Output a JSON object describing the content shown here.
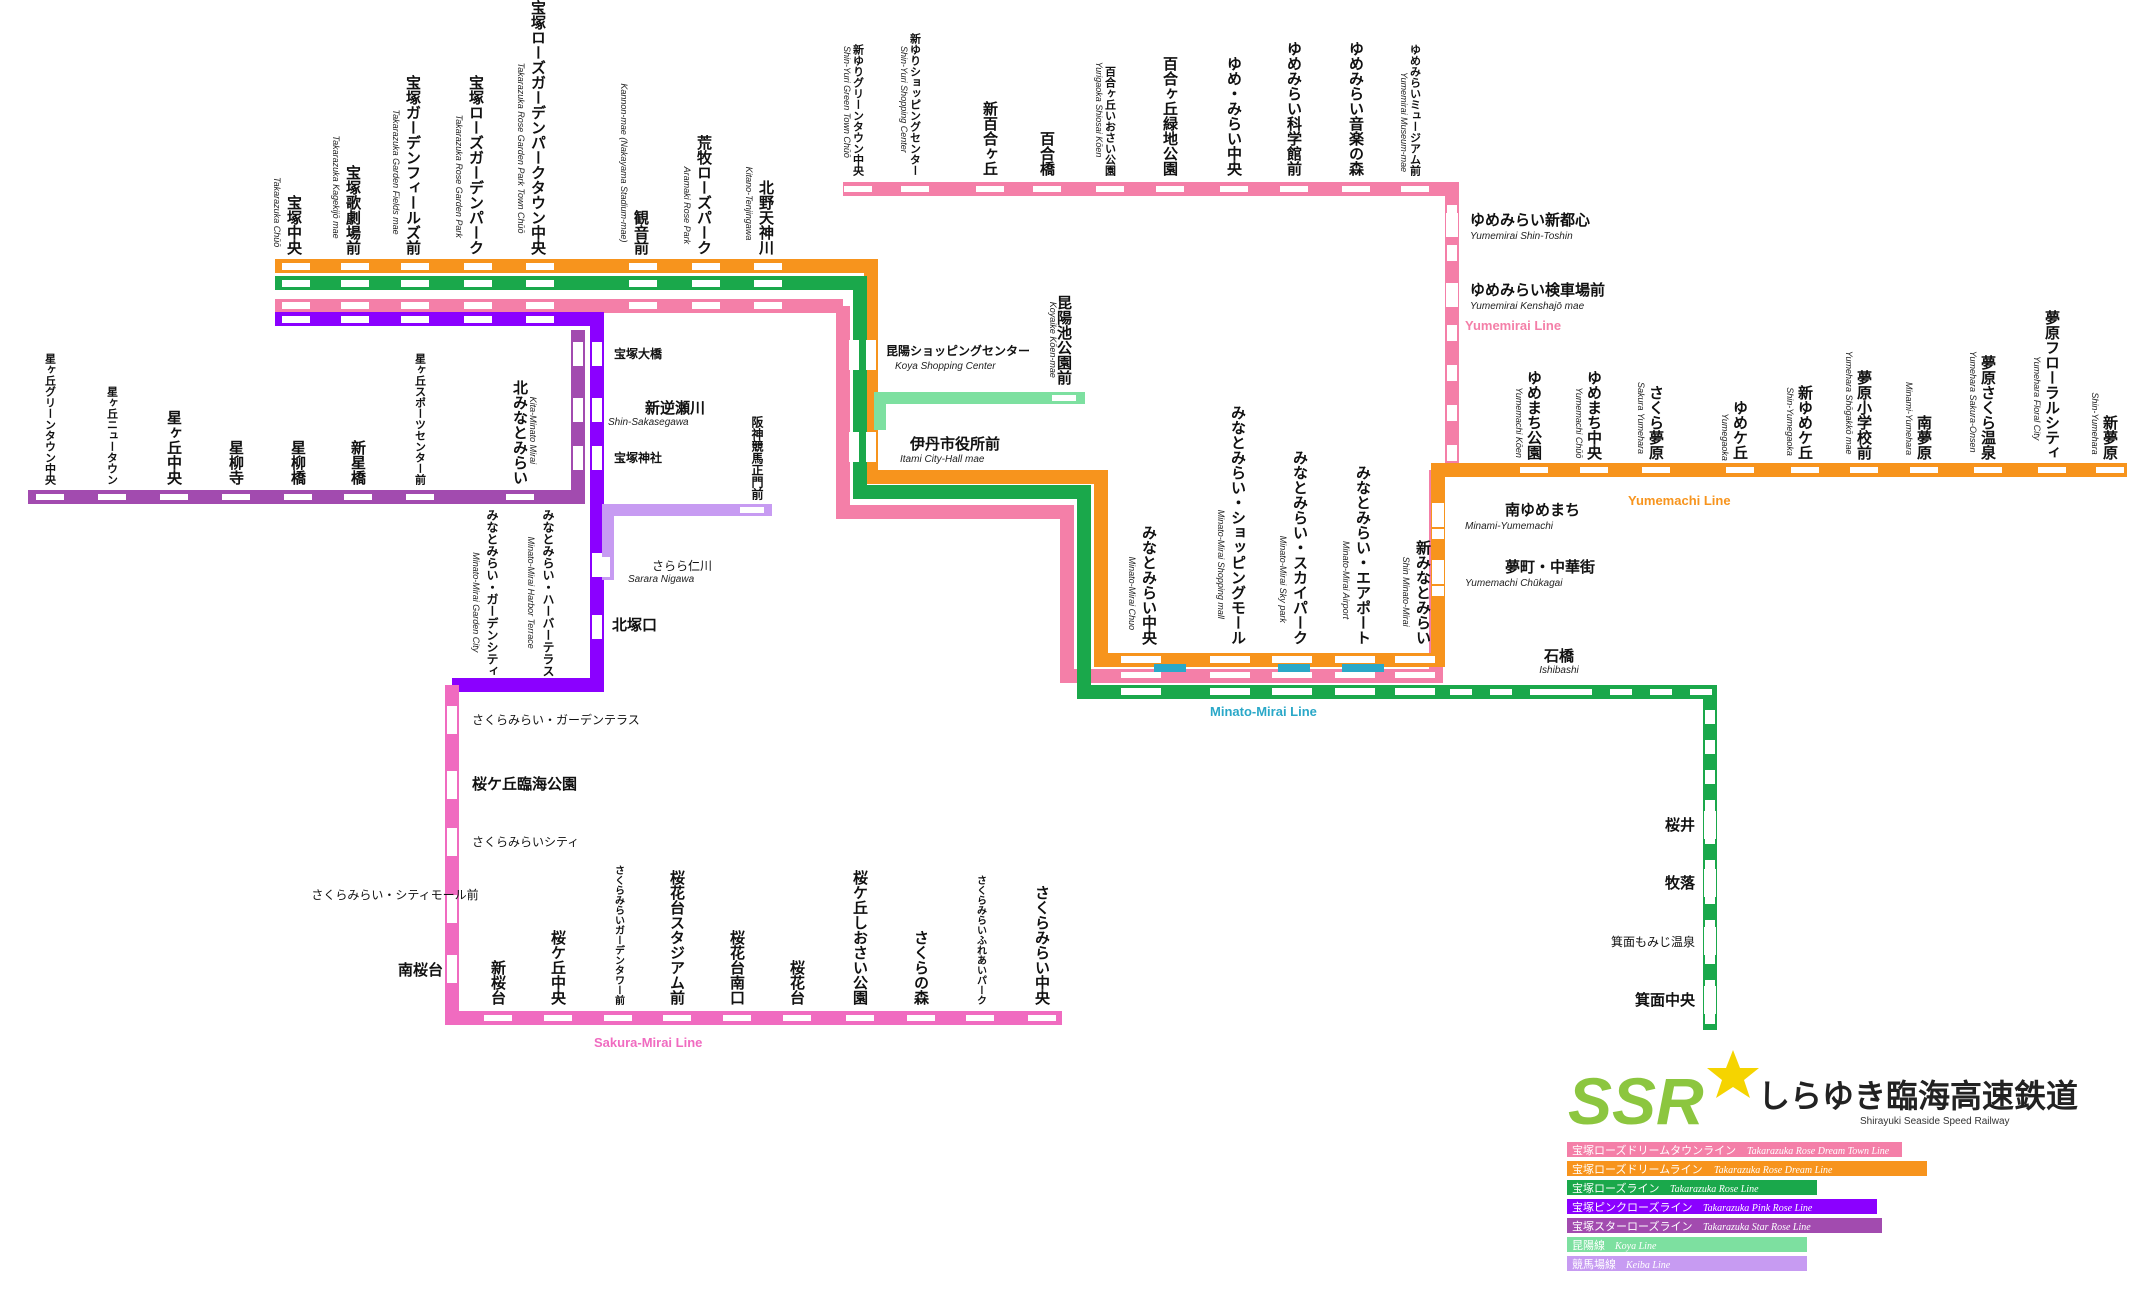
{
  "company": {
    "logo_text": "SSR",
    "name": "しらゆき臨海高速鉄道",
    "name_en": "Shirayuki Seaside Speed Railway"
  },
  "colors": {
    "pink": "#F47FA8",
    "orange": "#F7941D",
    "green": "#1AA84B",
    "purple": "#8B00FF",
    "star_purple": "#A24BAF",
    "light_green": "#7DE0A0",
    "lavender": "#C79BF2",
    "sakura_pink": "#F06BC0",
    "yumemachi_orange": "#F7941D",
    "teal": "#2AA8C8",
    "logo_green": "#8CC63F",
    "star_yellow": "#F5D400"
  },
  "line_labels": {
    "yumemirai": "Yumemirai Line",
    "yumemachi": "Yumemachi Line",
    "minato": "Minato-Mirai Line",
    "sakura": "Sakura-Mirai Line"
  },
  "legend": [
    {
      "ja": "宝塚ローズドリームタウンライン",
      "en": "Takarazuka Rose Dream Town Line",
      "color": "#F47FA8"
    },
    {
      "ja": "宝塚ローズドリームライン",
      "en": "Takarazuka Rose Dream Line",
      "color": "#F7941D"
    },
    {
      "ja": "宝塚ローズライン",
      "en": "Takarazuka Rose Line",
      "color": "#1AA84B"
    },
    {
      "ja": "宝塚ピンクローズライン",
      "en": "Takarazuka Pink Rose Line",
      "color": "#8B00FF"
    },
    {
      "ja": "宝塚スターローズライン",
      "en": "Takarazuka Star Rose Line",
      "color": "#A24BAF"
    },
    {
      "ja": "昆陽線",
      "en": "Koya Line",
      "color": "#7DE0A0"
    },
    {
      "ja": "競馬場線",
      "en": "Keiba Line",
      "color": "#C79BF2"
    }
  ],
  "stations": {
    "takarazuka_main": [
      {
        "ja": "宝塚中央",
        "en": "Takarazuka Chūō"
      },
      {
        "ja": "宝塚歌劇場前",
        "en": "Takarazuka Kagekijō mae"
      },
      {
        "ja": "宝塚ガーデンフィールズ前",
        "en": "Takarazuka Garden Fields mae"
      },
      {
        "ja": "宝塚ローズガーデンパーク",
        "en": "Takarazuka Rose Garden Park"
      },
      {
        "ja": "宝塚ローズガーデンパークタウン中央",
        "en": "Takarazuka Rose Garden Park Town Chūō"
      },
      {
        "ja": "観音前",
        "en": "Kannon-mae (Nakayama Stadium-mae)"
      },
      {
        "ja": "荒牧ローズパーク",
        "en": "Aramaki Rose Park"
      },
      {
        "ja": "北野天神川",
        "en": "Kitano-Tenjingawa"
      }
    ],
    "shinyuri": [
      {
        "ja": "新ゆりグリーンタウン中央",
        "en": "Shin-Yuri Green Town Chūō"
      },
      {
        "ja": "新ゆりショッピングセンター",
        "en": "Shin-Yuri Shopping Center"
      },
      {
        "ja": "新百合ヶ丘",
        "en": ""
      },
      {
        "ja": "百合橋",
        "en": ""
      },
      {
        "ja": "百合ヶ丘いおさい公園",
        "en": "Yurigaoka Shiosai Kōen"
      },
      {
        "ja": "百合ヶ丘緑地公園",
        "en": ""
      },
      {
        "ja": "ゆめ・みらい中央",
        "en": ""
      },
      {
        "ja": "ゆめみらい科学館前",
        "en": ""
      },
      {
        "ja": "ゆめみらい音楽の森",
        "en": ""
      },
      {
        "ja": "ゆめみらいミュージアム前",
        "en": "Yumemirai Museum-mae"
      }
    ],
    "yumemirai_east": [
      {
        "ja": "ゆめみらい新都心",
        "en": "Yumemirai Shin-Toshin"
      },
      {
        "ja": "ゆめみらい検車場前",
        "en": "Yumemirai Kenshajō mae"
      }
    ],
    "yumemachi": [
      {
        "ja": "ゆめまち公園",
        "en": "Yumemachi Kōen"
      },
      {
        "ja": "ゆめまち中央",
        "en": "Yumemachi Chūō"
      },
      {
        "ja": "さくら夢原",
        "en": "Sakura Yumehara"
      },
      {
        "ja": "ゆめケ丘",
        "en": "Yumegaoka"
      },
      {
        "ja": "新ゆめケ丘",
        "en": "Shin-Yumegaoka"
      },
      {
        "ja": "夢原小学校前",
        "en": "Yumehara Shōgakkō mae"
      },
      {
        "ja": "南夢原",
        "en": "Minami-Yumehara"
      },
      {
        "ja": "夢原さくら温泉",
        "en": "Yumehara Sakura-Onsen"
      },
      {
        "ja": "夢原フローラルシティ",
        "en": "Yumehara Floral City"
      },
      {
        "ja": "新夢原",
        "en": "Shin-Yumehara"
      }
    ],
    "yumemachi_south": [
      {
        "ja": "南ゆめまち",
        "en": "Minami-Yumemachi"
      },
      {
        "ja": "夢町・中華街",
        "en": "Yumemachi Chūkagai"
      }
    ],
    "minato": [
      {
        "ja": "みなとみらい中央",
        "en": "Minato-Mirai Chuo"
      },
      {
        "ja": "みなとみらい・ショッピングモール",
        "en": "Minato-Mirai Shopping mall"
      },
      {
        "ja": "みなとみらい・スカイパーク",
        "en": "Minato-Mirai Sky park"
      },
      {
        "ja": "みなとみらい・エアポート",
        "en": "Minato-Mirai Airport"
      },
      {
        "ja": "新みなとみらい",
        "en": "Shin Minato-Mirai"
      }
    ],
    "koya": [
      {
        "ja": "昆陽ショッピングセンター",
        "en": "Koya Shopping Center"
      },
      {
        "ja": "昆陽池公園前",
        "en": "Koyaike Kōen-mae"
      },
      {
        "ja": "伊丹市役所前",
        "en": "Itami City-Hall mae"
      }
    ],
    "hoshi": [
      {
        "ja": "星ヶ丘グリーンタウン中央",
        "en": ""
      },
      {
        "ja": "星ヶ丘ニュータウン",
        "en": ""
      },
      {
        "ja": "星ヶ丘中央",
        "en": ""
      },
      {
        "ja": "星柳寺",
        "en": ""
      },
      {
        "ja": "星柳橋",
        "en": ""
      },
      {
        "ja": "新星橋",
        "en": ""
      },
      {
        "ja": "星ヶ丘スポーツセンター前",
        "en": ""
      },
      {
        "ja": "北みなとみらい",
        "en": "Kita-Minato Mirai"
      }
    ],
    "purple_vertical": [
      {
        "ja": "宝塚大橋",
        "en": ""
      },
      {
        "ja": "新逆瀬川",
        "en": "Shin-Sakasegawa"
      },
      {
        "ja": "宝塚神社",
        "en": ""
      },
      {
        "ja": "阪神競馬正門前",
        "en": ""
      },
      {
        "ja": "さらら仁川",
        "en": "Sarara Nigawa"
      },
      {
        "ja": "北塚口",
        "en": ""
      },
      {
        "ja": "みなとみらい・ハーバーテラス",
        "en": "Minato-Mirai Harbor Terrace"
      },
      {
        "ja": "みなとみらい・ガーデンシティ",
        "en": "Minato-Mirai Garden City"
      }
    ],
    "sakura_west": [
      {
        "ja": "さくらみらい・ガーデンテラス",
        "en": ""
      },
      {
        "ja": "桜ケ丘臨海公園",
        "en": ""
      },
      {
        "ja": "さくらみらいシティ",
        "en": ""
      },
      {
        "ja": "さくらみらい・シティモール前",
        "en": ""
      },
      {
        "ja": "南桜台",
        "en": ""
      }
    ],
    "sakura_bottom": [
      {
        "ja": "新桜台",
        "en": ""
      },
      {
        "ja": "桜ケ丘中央",
        "en": ""
      },
      {
        "ja": "さくらみらいガーデンタワー前",
        "en": ""
      },
      {
        "ja": "桜花台スタジアム前",
        "en": ""
      },
      {
        "ja": "桜花台南口",
        "en": ""
      },
      {
        "ja": "桜花台",
        "en": ""
      },
      {
        "ja": "桜ケ丘しおさい公園",
        "en": ""
      },
      {
        "ja": "さくらの森",
        "en": ""
      },
      {
        "ja": "さくらみらいふれあいパーク",
        "en": ""
      },
      {
        "ja": "さくらみらい中央",
        "en": ""
      }
    ],
    "green_east": [
      {
        "ja": "石橋",
        "en": "Ishibashi"
      },
      {
        "ja": "桜井",
        "en": ""
      },
      {
        "ja": "牧落",
        "en": ""
      },
      {
        "ja": "箕面もみじ温泉",
        "en": ""
      },
      {
        "ja": "箕面中央",
        "en": ""
      }
    ]
  }
}
